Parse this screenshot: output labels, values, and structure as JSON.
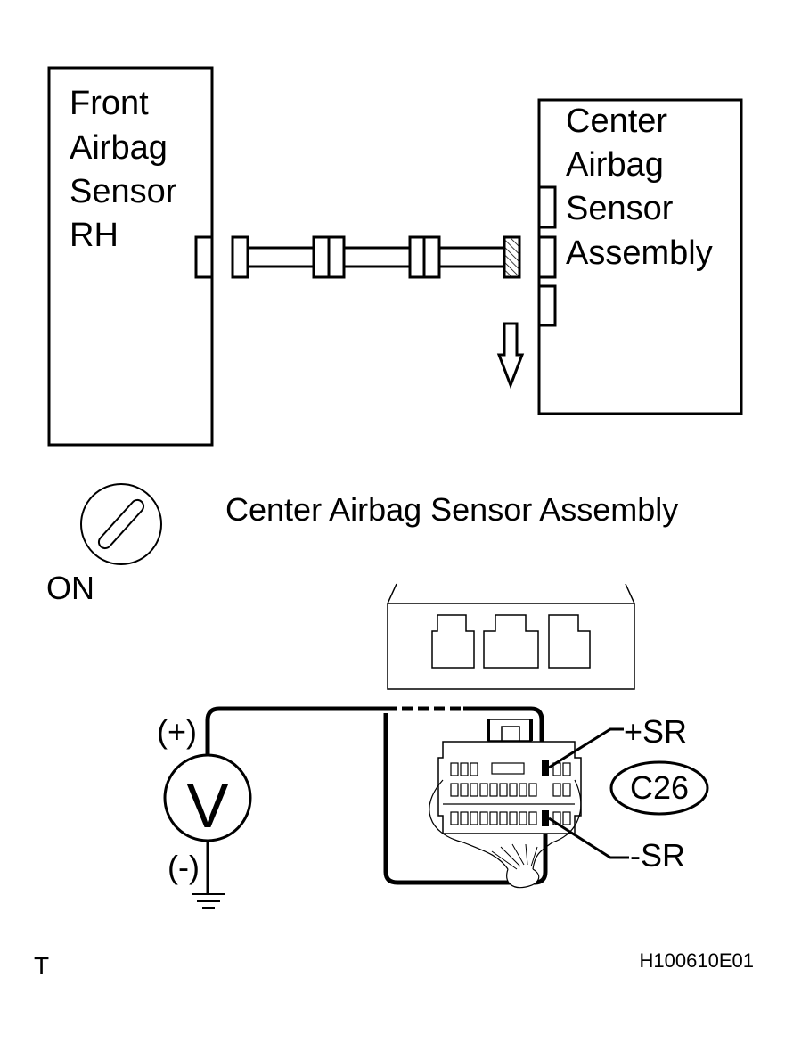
{
  "front_sensor": {
    "lines": [
      "Front",
      "Airbag",
      "Sensor",
      "RH"
    ]
  },
  "center_sensor": {
    "lines": [
      "Center",
      "Airbag",
      "Sensor",
      "Assembly"
    ]
  },
  "connector_title": "Center Airbag Sensor Assembly",
  "ignition": {
    "label": "ON"
  },
  "voltmeter": {
    "symbol": "V",
    "positive": "(+)",
    "negative": "(-)"
  },
  "terminals": {
    "positive": "+SR",
    "negative": "-SR"
  },
  "connector_id": "C26",
  "corner_mark": "T",
  "figure_code": "H100610E01",
  "icons": {
    "ignition": "ignition-key-icon",
    "arrow": "down-arrow-icon",
    "ground": "ground-icon"
  }
}
